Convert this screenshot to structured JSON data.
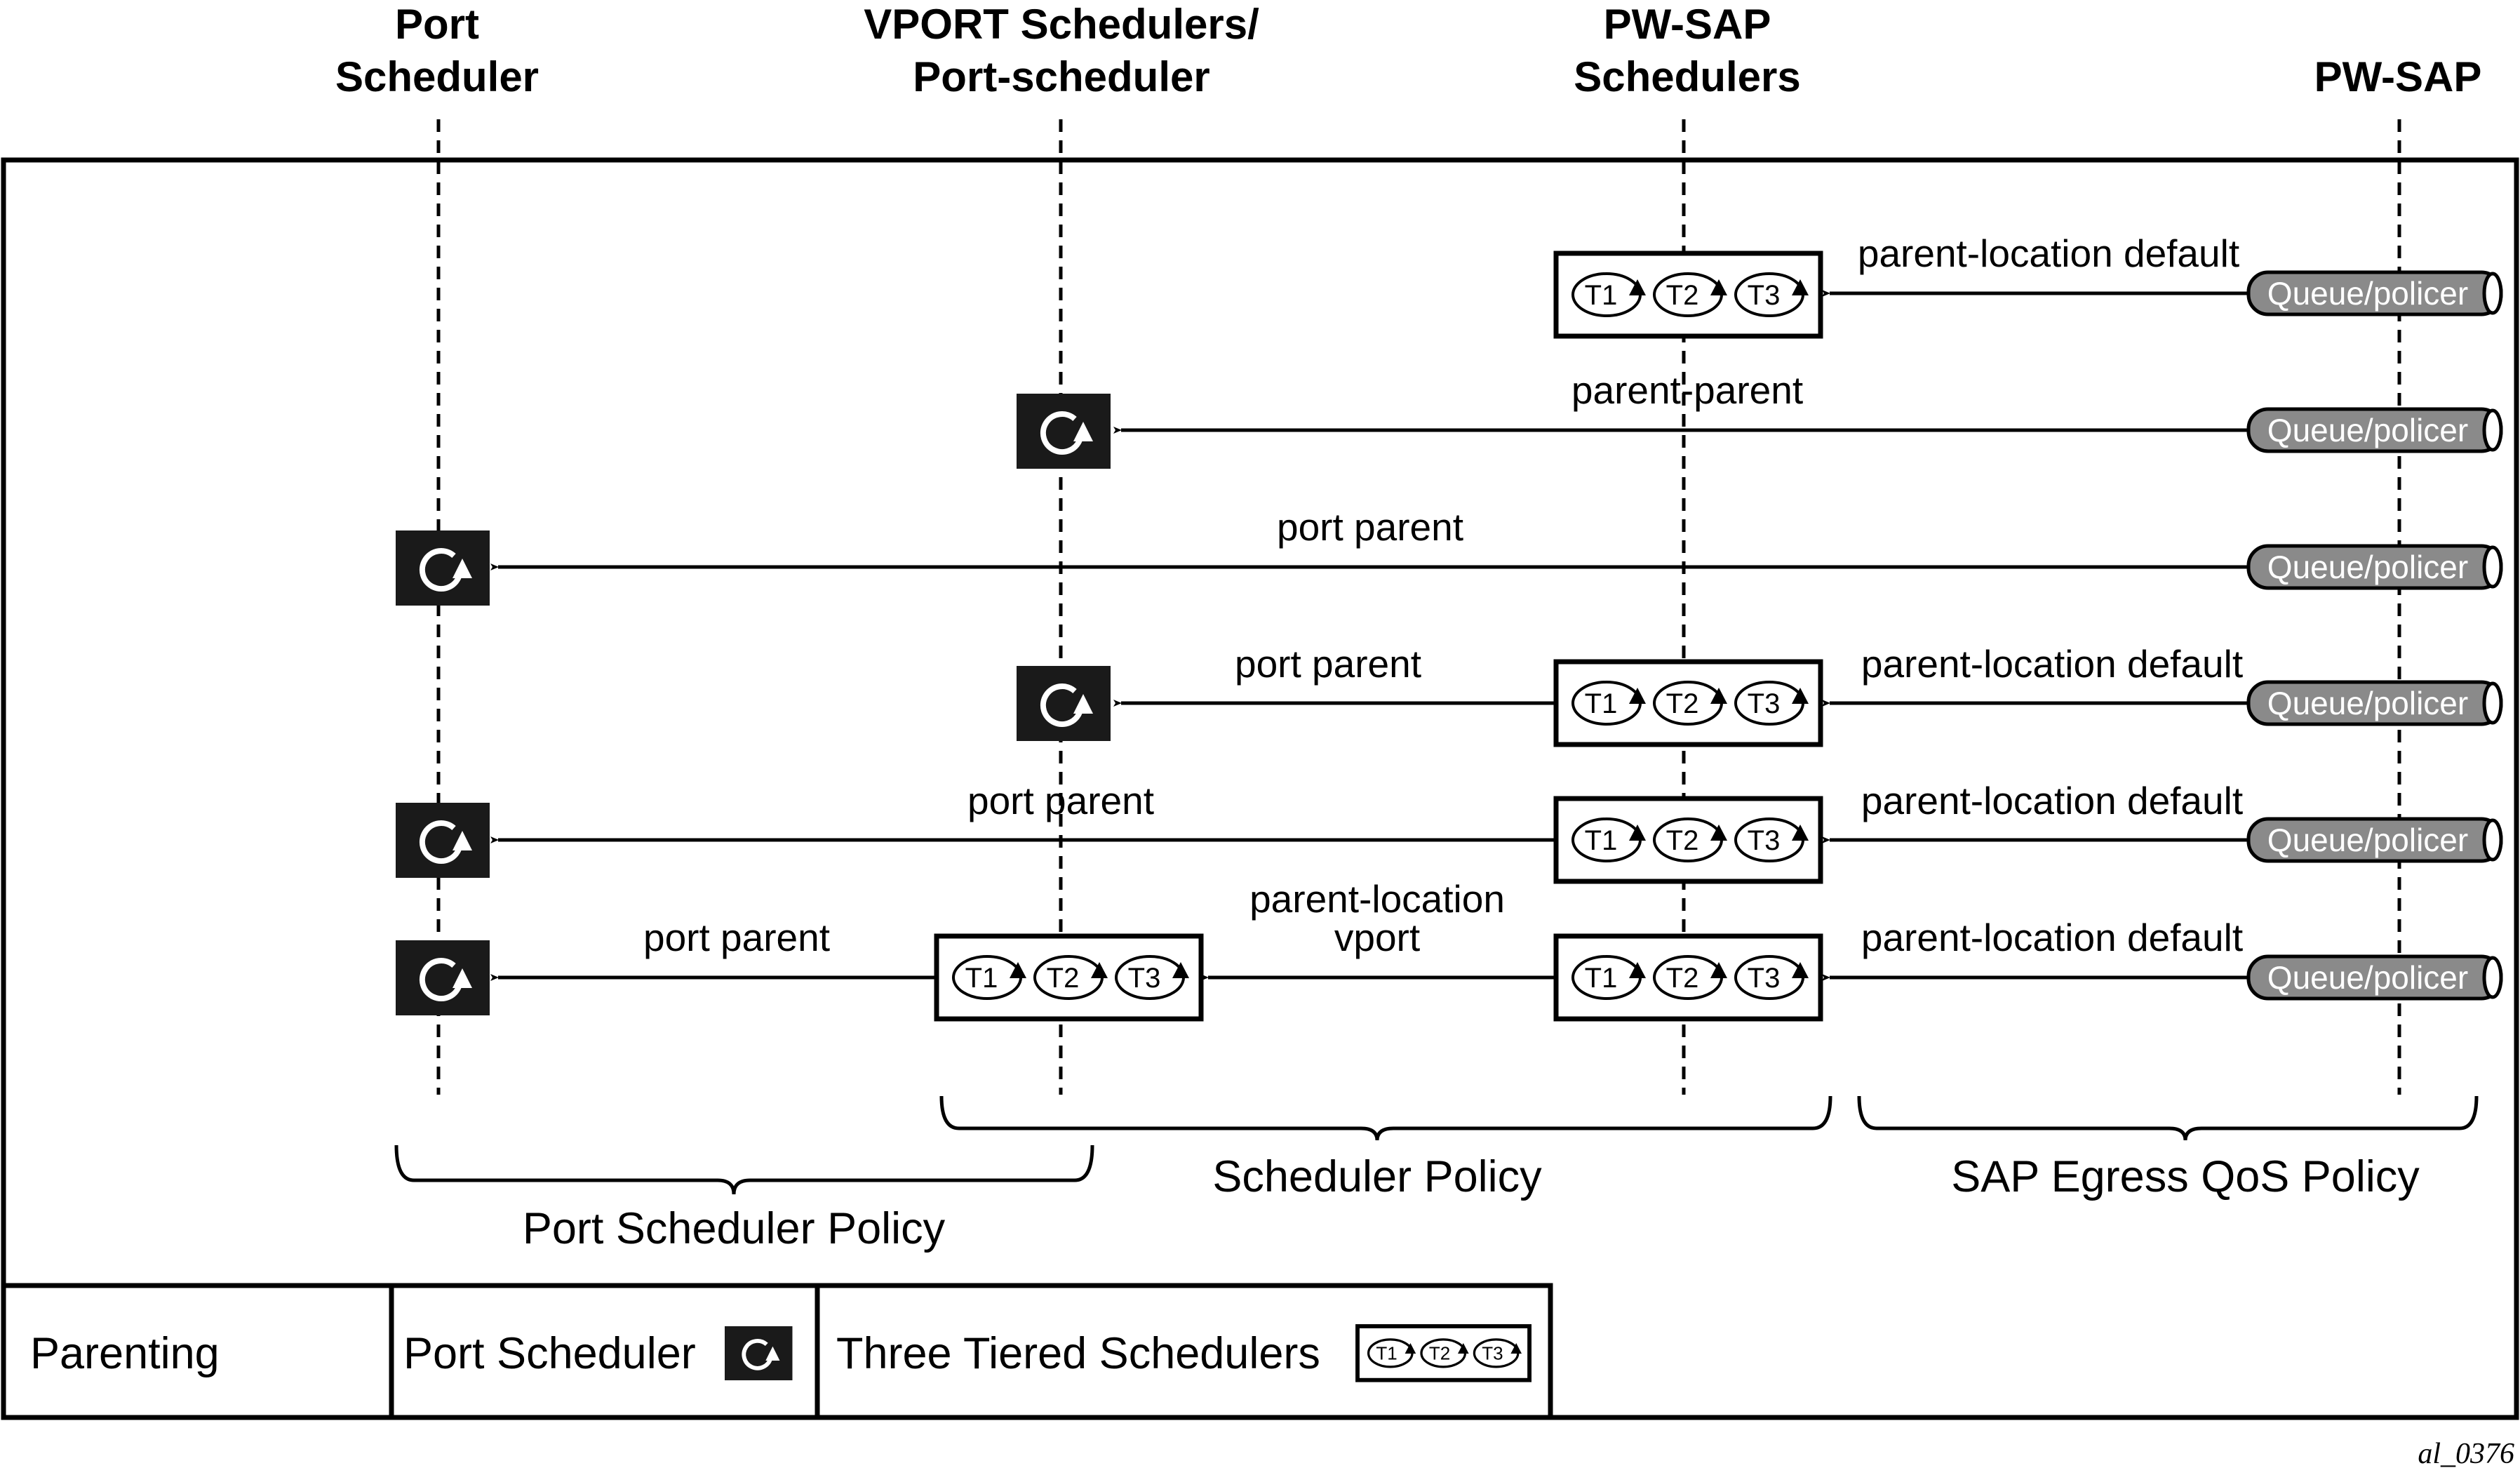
{
  "columns": {
    "port_scheduler": [
      "Port",
      "Scheduler"
    ],
    "vport_schedulers": [
      "VPORT Schedulers/",
      "Port-scheduler"
    ],
    "pw_sap_schedulers": [
      "PW-SAP",
      "Schedulers"
    ],
    "pw_sap": "PW-SAP"
  },
  "queue_label": "Queue/policer",
  "tier_labels": [
    "T1",
    "T2",
    "T3"
  ],
  "rows": [
    {
      "labels": [
        "parent-location default"
      ]
    },
    {
      "labels": [
        "parent-parent"
      ]
    },
    {
      "labels": [
        "port parent"
      ]
    },
    {
      "labels": [
        "parent-location default",
        "port parent"
      ]
    },
    {
      "labels": [
        "parent-location default",
        "port parent"
      ]
    },
    {
      "labels": [
        "parent-location default",
        "parent-location",
        "vport",
        "port parent"
      ]
    }
  ],
  "braces": {
    "scheduler_policy": "Scheduler Policy",
    "sap_egress_qos_policy": "SAP Egress QoS Policy",
    "port_scheduler_policy": "Port Scheduler Policy"
  },
  "legend": {
    "parenting": "Parenting",
    "port_scheduler": "Port Scheduler",
    "three_tiered": "Three Tiered Schedulers"
  },
  "figure_id": "al_0376",
  "colors": {
    "queue_fill": "#8a8a8a",
    "scheduler_fill": "#1a1a1a",
    "line": "#000000"
  }
}
